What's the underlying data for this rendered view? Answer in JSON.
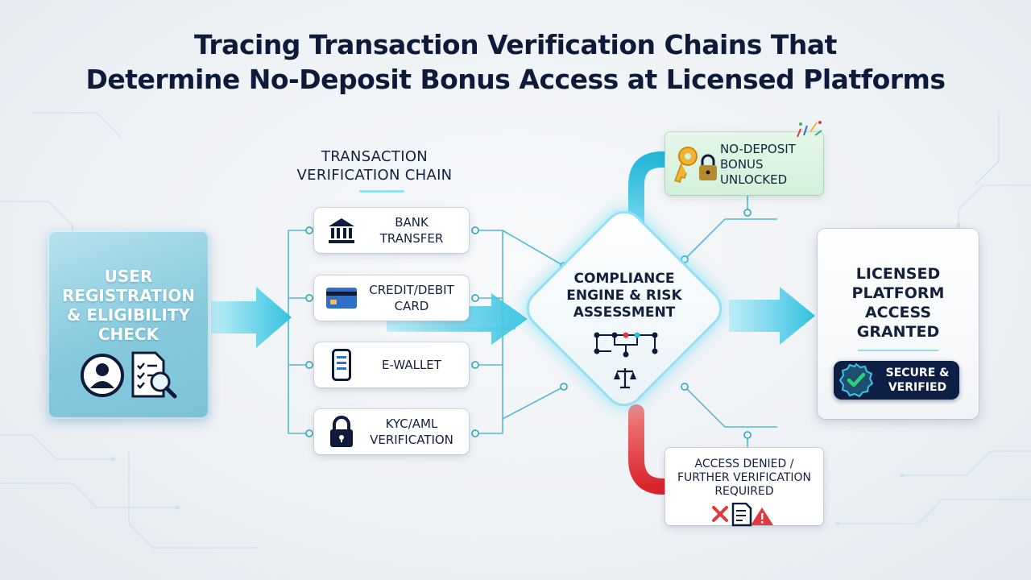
{
  "title": {
    "line1": "Tracing Transaction Verification Chains That",
    "line2": "Determine No-Deposit Bonus Access at Licensed Platforms"
  },
  "start": {
    "line1": "USER",
    "line2": "REGISTRATION",
    "line3": "& ELIGIBILITY",
    "line4": "CHECK"
  },
  "chain": {
    "title_line1": "TRANSACTION",
    "title_line2": "VERIFICATION CHAIN",
    "methods": [
      {
        "line1": "BANK",
        "line2": "TRANSFER",
        "icon": "bank-icon"
      },
      {
        "line1": "CREDIT/DEBIT",
        "line2": "CARD",
        "icon": "credit-card-icon"
      },
      {
        "line1": "E-WALLET",
        "line2": "",
        "icon": "smartphone-icon"
      },
      {
        "line1": "KYC/AML",
        "line2": "VERIFICATION",
        "icon": "padlock-icon"
      }
    ]
  },
  "engine": {
    "line1": "COMPLIANCE",
    "line2": "ENGINE & RISK",
    "line3": "ASSESSMENT"
  },
  "outcome_bonus": {
    "line1": "NO-DEPOSIT",
    "line2": "BONUS",
    "line3": "UNLOCKED"
  },
  "outcome_denied": {
    "line1": "ACCESS DENIED /",
    "line2": "FURTHER VERIFICATION",
    "line3": "REQUIRED"
  },
  "outcome_access": {
    "line1": "LICENSED",
    "line2": "PLATFORM",
    "line3": "ACCESS",
    "line4": "GRANTED",
    "badge_line1": "SECURE &",
    "badge_line2": "VERIFIED"
  },
  "colors": {
    "navy": "#0d1a3a",
    "cyan": "#3cc6e3",
    "circuit": "#9fd8e6",
    "red": "#e03a3e",
    "green": "#2bb673"
  }
}
